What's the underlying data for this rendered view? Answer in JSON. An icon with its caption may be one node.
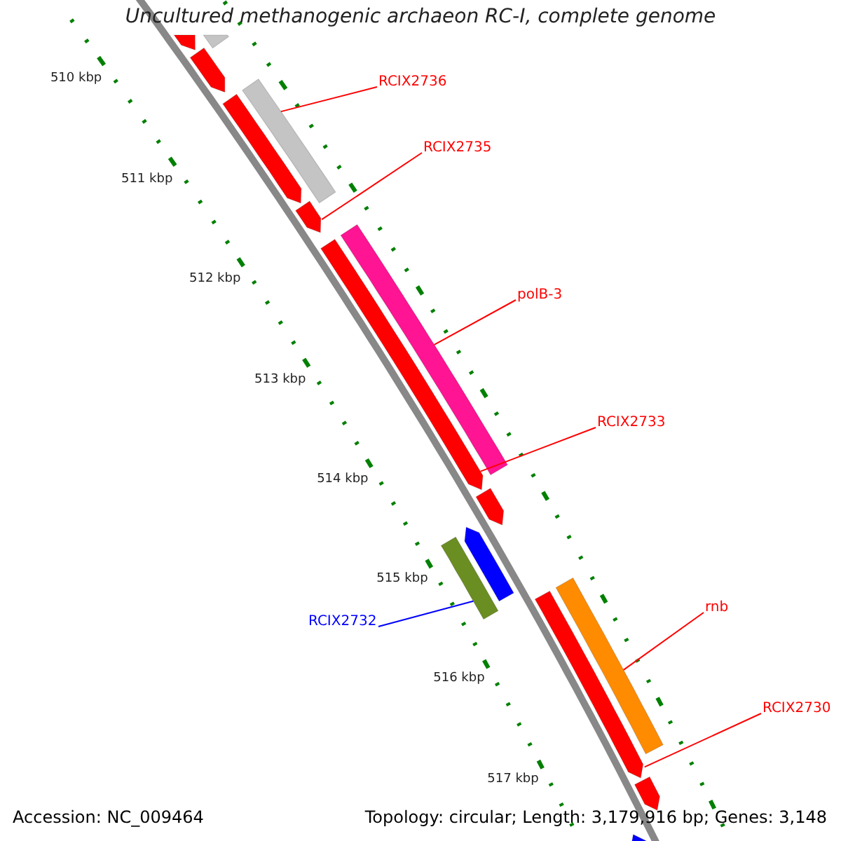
{
  "diagram": {
    "title": "Uncultured methanogenic archaeon RC-I, complete genome",
    "nodes": [
      {
        "text": [
          "RCIX2736"
        ]
      },
      {
        "text": [
          "RCIX2735"
        ]
      },
      {
        "text": [
          "polB-3"
        ]
      },
      {
        "text": [
          "RCIX2733"
        ]
      },
      {
        "text": [
          "RCIX2732"
        ]
      },
      {
        "text": [
          "rnb"
        ]
      },
      {
        "text": [
          "RCIX2730"
        ]
      },
      {
        "text": [],
        "shape": "bar"
      },
      {
        "text": [],
        "shape": "bar"
      },
      {
        "text": [],
        "shape": "bar"
      },
      {
        "text": [],
        "shape": "bar"
      },
      {
        "text": [],
        "shape": "bar"
      },
      {
        "text": [],
        "shape": "bar"
      },
      {
        "text": [],
        "shape": "bar"
      },
      {
        "text": [],
        "shape": "bar"
      },
      {
        "text": [],
        "shape": "bar"
      },
      {
        "text": [],
        "shape": "bar"
      },
      {
        "text": [],
        "shape": "bar"
      },
      {
        "text": [],
        "shape": "bar"
      },
      {
        "text": [],
        "shape": "bar"
      },
      {
        "text": [],
        "shape": "bar"
      },
      {
        "text": [],
        "shape": "bar"
      }
    ],
    "edges": [
      {
        "from": 0,
        "to": 10,
        "arrow": "none"
      },
      {
        "from": 1,
        "to": 12,
        "arrow": "none"
      },
      {
        "from": 2,
        "to": 13,
        "arrow": "none"
      },
      {
        "from": 3,
        "to": 14,
        "arrow": "none"
      },
      {
        "from": 4,
        "to": 16,
        "arrow": "none",
        "color": "#0000ff"
      },
      {
        "from": 5,
        "to": 18,
        "arrow": "none"
      },
      {
        "from": 6,
        "to": 19,
        "arrow": "none"
      }
    ],
    "labels": [
      "510 kbp",
      "511 kbp",
      "512 kbp",
      "513 kbp",
      "514 kbp",
      "515 kbp",
      "516 kbp",
      "517 kbp",
      "Accession: NC_009464",
      "Topology: circular; Length: 3,179,916 bp; Genes: 3,148"
    ]
  }
}
